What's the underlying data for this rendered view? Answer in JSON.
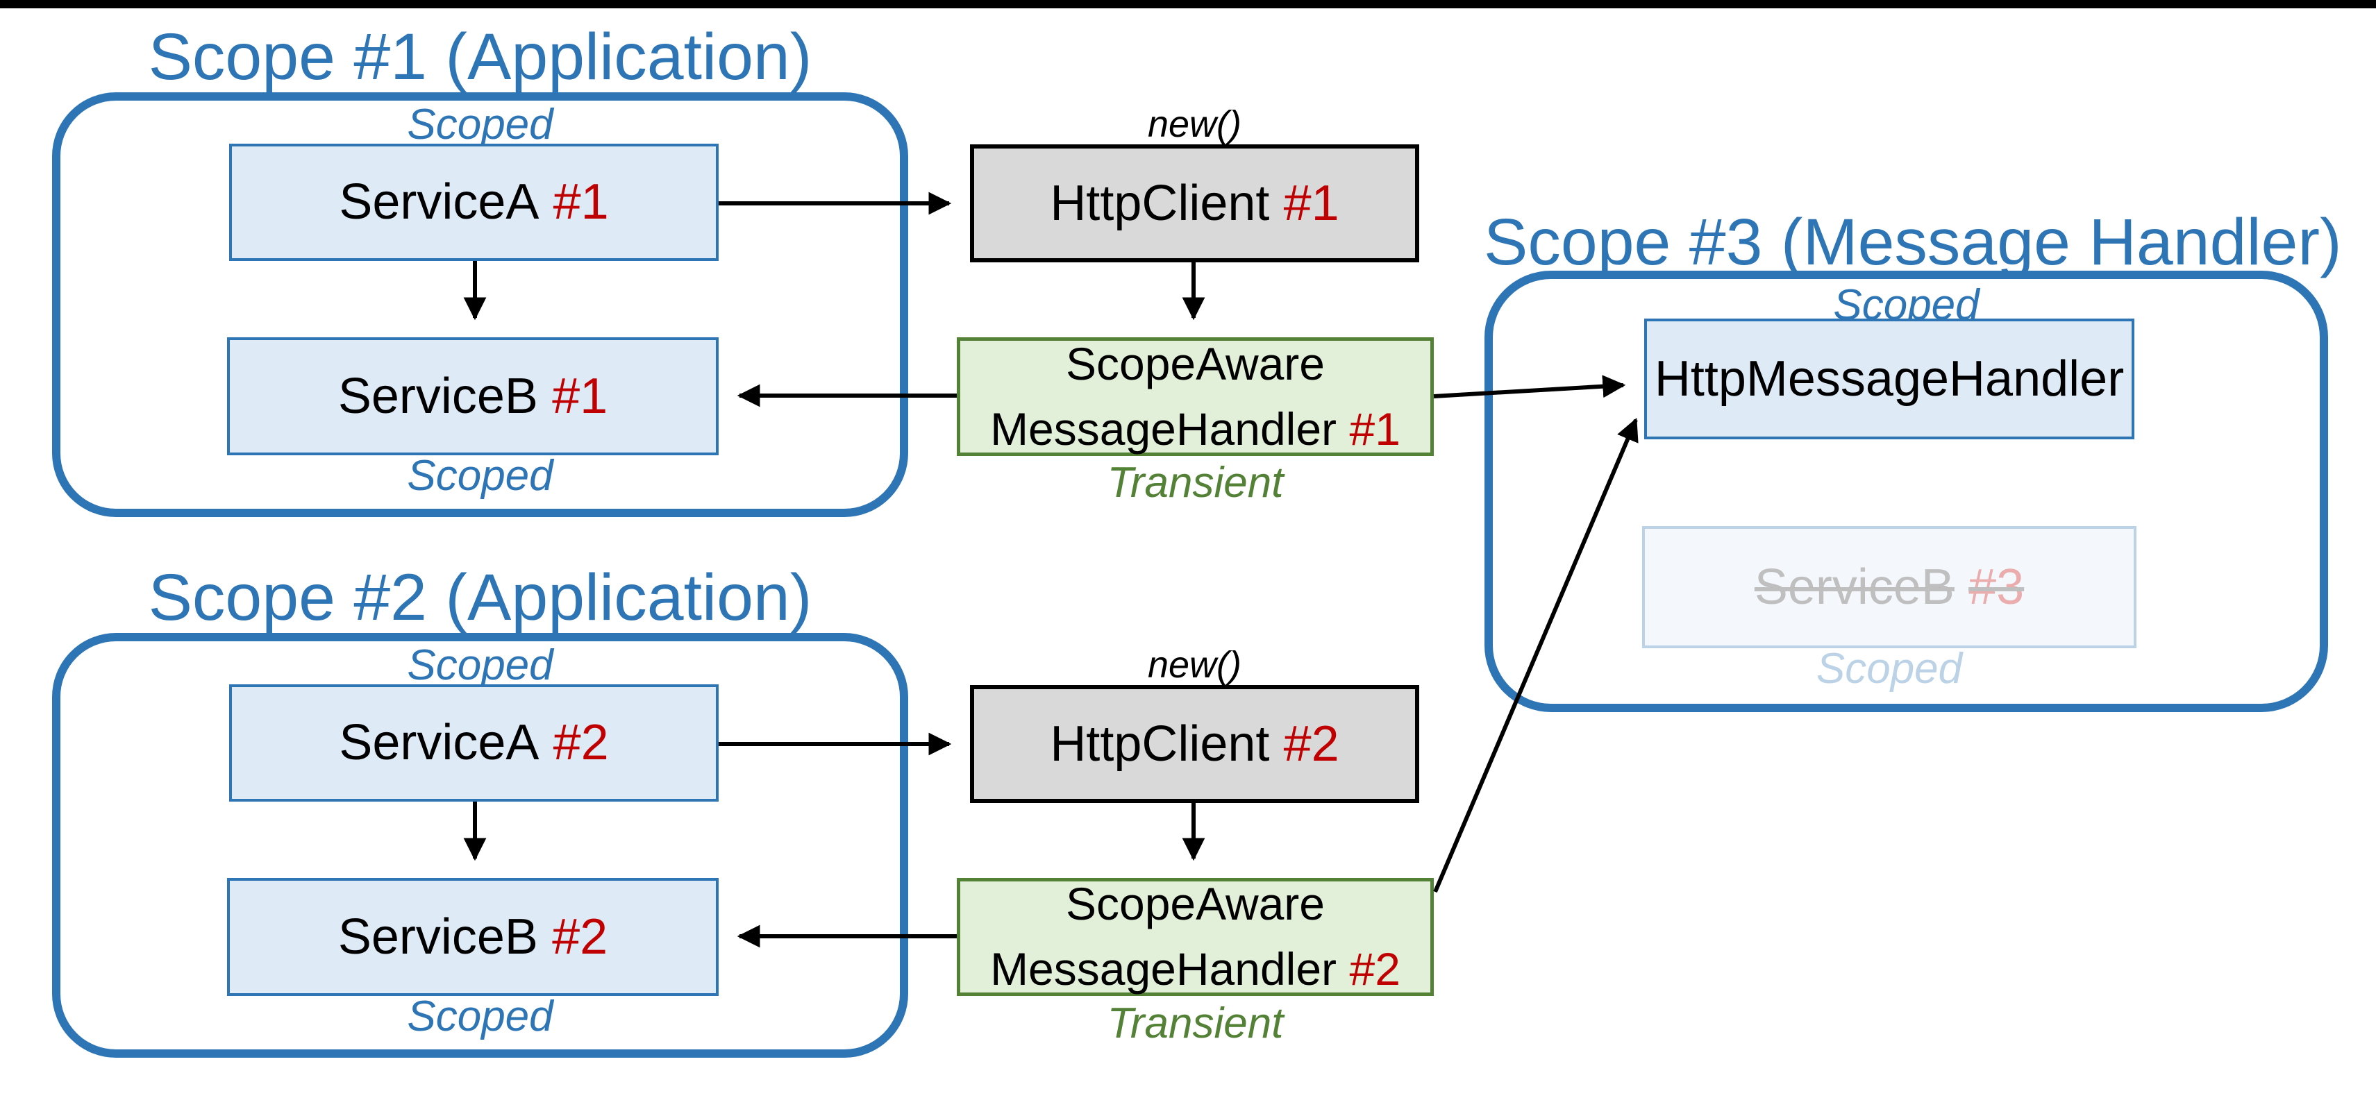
{
  "diagram": {
    "description": "HttpClient dependency-injection scope diagram"
  },
  "colors": {
    "accent_blue": "#2e75b6",
    "box_blue_fill": "#deeaf6",
    "box_gray_fill": "#d9d9d9",
    "box_gray_border": "#000000",
    "box_green_fill": "#e2efd9",
    "box_green_border": "#538135",
    "instance_red": "#c00000",
    "transient_green": "#538135",
    "arrow_black": "#000000"
  },
  "scopes": [
    {
      "title": "Scope #1 (Application)",
      "top_label": "Scoped",
      "bottom_label": "Scoped"
    },
    {
      "title": "Scope #2 (Application)",
      "top_label": "Scoped",
      "bottom_label": "Scoped"
    },
    {
      "title": "Scope #3 (Message Handler)",
      "top_label": "Scoped",
      "bottom_label": "Scoped"
    }
  ],
  "nodes": {
    "service_a1": {
      "name": "ServiceA",
      "instance": "#1"
    },
    "service_b1": {
      "name": "ServiceB",
      "instance": "#1"
    },
    "http_client1": {
      "name": "HttpClient",
      "instance": "#1"
    },
    "scope_aware1": {
      "line1": "ScopeAware",
      "line2": "MessageHandler",
      "instance": "#1"
    },
    "service_a2": {
      "name": "ServiceA",
      "instance": "#2"
    },
    "service_b2": {
      "name": "ServiceB",
      "instance": "#2"
    },
    "http_client2": {
      "name": "HttpClient",
      "instance": "#2"
    },
    "scope_aware2": {
      "line1": "ScopeAware",
      "line2": "MessageHandler",
      "instance": "#2"
    },
    "http_message_handler": {
      "name": "HttpMessageHandler",
      "instance": ""
    },
    "service_b3": {
      "name": "ServiceB",
      "instance": "#3"
    }
  },
  "annotations": {
    "new1": "new()",
    "new2": "new()",
    "transient1": "Transient",
    "transient2": "Transient"
  }
}
